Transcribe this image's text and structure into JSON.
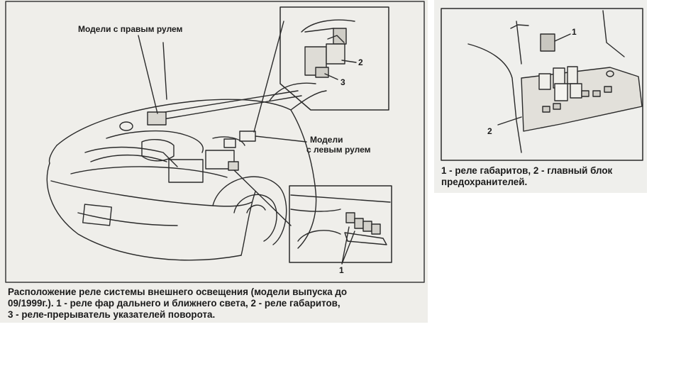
{
  "left_figure": {
    "label_right_hand": "Модели с правым рулем",
    "label_left_hand_line1": "Модели",
    "label_left_hand_line2": "с левым рулем",
    "callout_top_num2": "2",
    "callout_top_num3": "3",
    "callout_bottom_num1": "1",
    "caption_lines": [
      "Расположение реле системы внешнего освещения (модели выпуска до",
      "09/1999г.). 1 - реле фар дальнего и ближнего света, 2 - реле габаритов,",
      "3 - реле-прерыватель указателей поворота."
    ]
  },
  "right_figure": {
    "num1": "1",
    "num2": "2",
    "caption_lines": [
      "1 - реле габаритов, 2 - главный блок",
      "предохранителей."
    ]
  }
}
